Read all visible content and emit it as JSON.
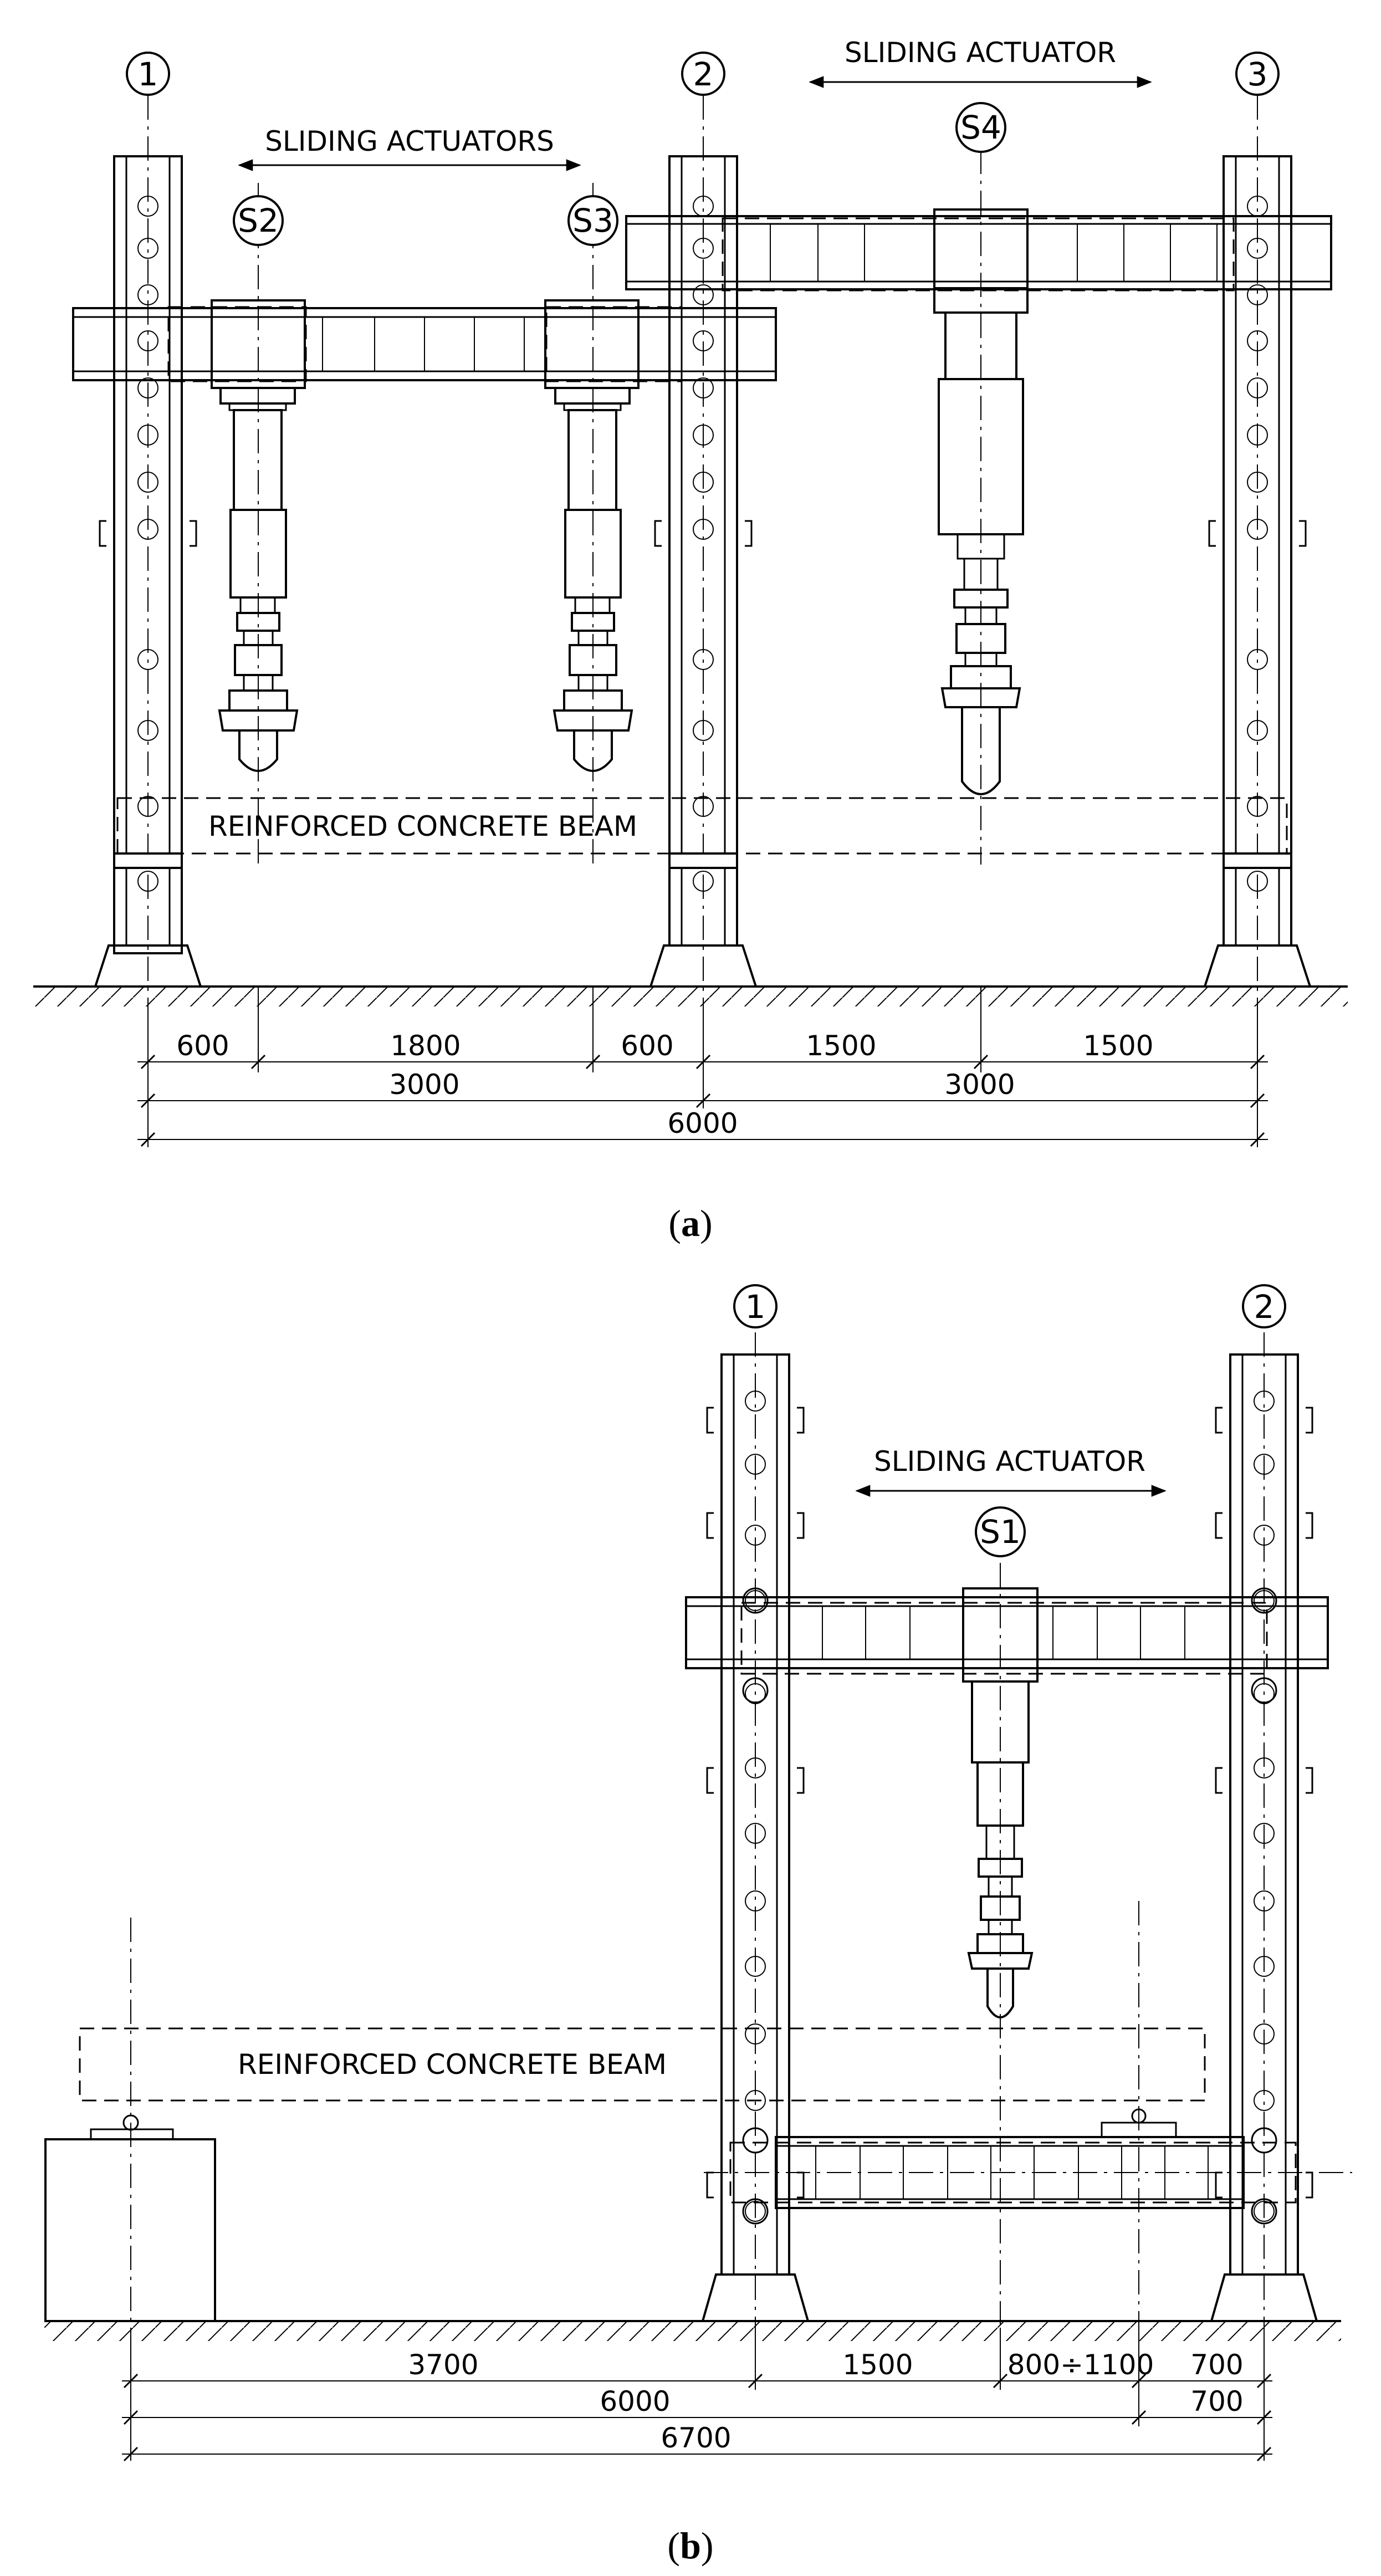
{
  "diagram_a": {
    "axes": [
      "1",
      "2",
      "3"
    ],
    "actuators": [
      "S2",
      "S3",
      "S4"
    ],
    "sliding_actuators_label": "SLIDING ACTUATORS",
    "sliding_actuator_label": "SLIDING ACTUATOR",
    "beam_label": "REINFORCED CONCRETE BEAM",
    "dim_row1": [
      "600",
      "1800",
      "600",
      "1500",
      "1500"
    ],
    "dim_row2": [
      "3000",
      "3000"
    ],
    "dim_row3": [
      "6000"
    ],
    "caption": {
      "open": "(",
      "letter": "a",
      "close": ")"
    }
  },
  "diagram_b": {
    "axes": [
      "1",
      "2"
    ],
    "actuators": [
      "S1"
    ],
    "sliding_actuator_label": "SLIDING ACTUATOR",
    "beam_label": "REINFORCED CONCRETE BEAM",
    "dim_row1": [
      "3700",
      "1500",
      "800÷1100",
      "700"
    ],
    "dim_row2": [
      "6000",
      "700"
    ],
    "dim_row3": [
      "6700"
    ],
    "caption": {
      "open": "(",
      "letter": "b",
      "close": ")"
    }
  }
}
